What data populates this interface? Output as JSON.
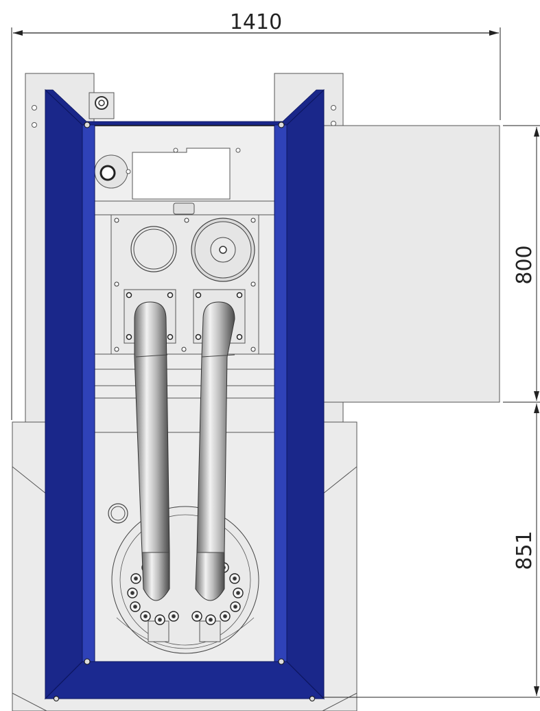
{
  "dimensions": {
    "width_label": "1410",
    "height_upper_label": "800",
    "height_lower_label": "851"
  },
  "colors": {
    "frame_blue": "#1c2a8c",
    "frame_blue_light": "#3a4cc0",
    "panel_grey": "#e8e8e8",
    "line": "#555555",
    "dim_line": "#222222"
  }
}
